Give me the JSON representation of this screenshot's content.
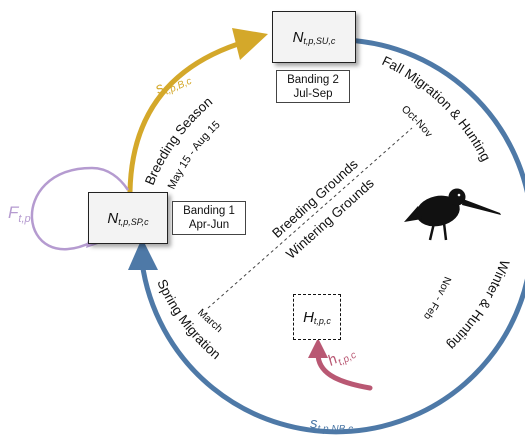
{
  "nodes": {
    "summer": {
      "main": "N",
      "sub": "t,p,SU,c"
    },
    "spring": {
      "main": "N",
      "sub": "t,p,SP,c"
    },
    "harvest": {
      "main": "H",
      "sub": "t,p,c"
    }
  },
  "banding": {
    "b1_line1": "Banding 1",
    "b1_line2": "Apr-Jun",
    "b2_line1": "Banding 2",
    "b2_line2": "Jul-Sep"
  },
  "arc_labels": {
    "breeding_title": "Breeding Season",
    "breeding_dates": "May 15 - Aug 15",
    "fall_title": "Fall Migration & Hunting",
    "fall_dates": "Oct-Nov",
    "winter_title": "Winter & Hunting",
    "winter_dates": "Nov - Feb",
    "spring_title": "Spring Migration",
    "spring_dates": "March"
  },
  "center_labels": {
    "breeding_grounds": "Breeding Grounds",
    "wintering_grounds": "Wintering Grounds"
  },
  "params": {
    "s_breeding_main": "s",
    "s_breeding_sub": "t,p,B,c",
    "s_nonbreeding_main": "s",
    "s_nonbreeding_sub": "t,p,NB,c",
    "f_main": "F",
    "f_sub": "t,p",
    "h_main": "h",
    "h_sub": "t,p,c"
  },
  "colors": {
    "blue": "#4e79a7",
    "gold": "#d4a82a",
    "purple": "#b59bd0",
    "crimson": "#b95873",
    "dark": "#111111"
  },
  "icons": {
    "bird": "woodcock-silhouette-icon"
  }
}
